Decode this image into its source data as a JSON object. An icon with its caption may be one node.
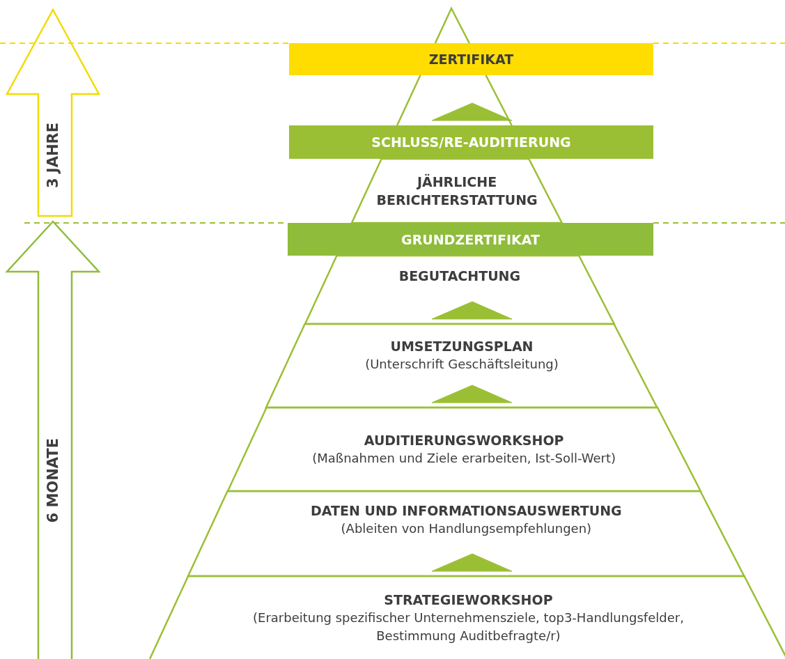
{
  "diagram": {
    "nodes": [
      {
        "text": [
          "ZERTIFIKAT"
        ]
      },
      {
        "text": [
          "SCHLUSS/RE-AUDITIERUNG"
        ]
      },
      {
        "text": [
          "JÄHRLICHE BERICHTERSTATTUNG"
        ]
      },
      {
        "text": [
          "GRUNDZERTIFIKAT"
        ]
      },
      {
        "text": [
          "BEGUTACHTUNG"
        ]
      },
      {
        "text": [
          "UMSETZUNGSPLAN",
          "(Unterschrift Geschäftsleitung)"
        ]
      },
      {
        "text": [
          "AUDITIERUNGSWORKSHOP",
          "(Maßnahmen und Ziele erarbeiten, Ist-Soll-Wert)"
        ]
      },
      {
        "text": [
          "DATEN UND INFORMATIONSAUSWERTUNG",
          "(Ableiten von Handlungsempfehlungen)"
        ]
      },
      {
        "text": [
          "STRATEGIEWORKSHOP",
          "(Erarbeitung spezifischer Unternehmensziele, top3-Handlungsfelder, Bestimmung Auditbefragte/r)"
        ]
      },
      {
        "text": [
          "3 JAHRE"
        ]
      },
      {
        "text": [
          "6 MONATE"
        ]
      }
    ],
    "edges": [
      {
        "from": 1,
        "to": 0,
        "arrow": "to"
      },
      {
        "from": 5,
        "to": 4,
        "arrow": "to"
      },
      {
        "from": 6,
        "to": 5,
        "arrow": "to"
      },
      {
        "from": 8,
        "to": 7,
        "arrow": "to"
      }
    ]
  }
}
